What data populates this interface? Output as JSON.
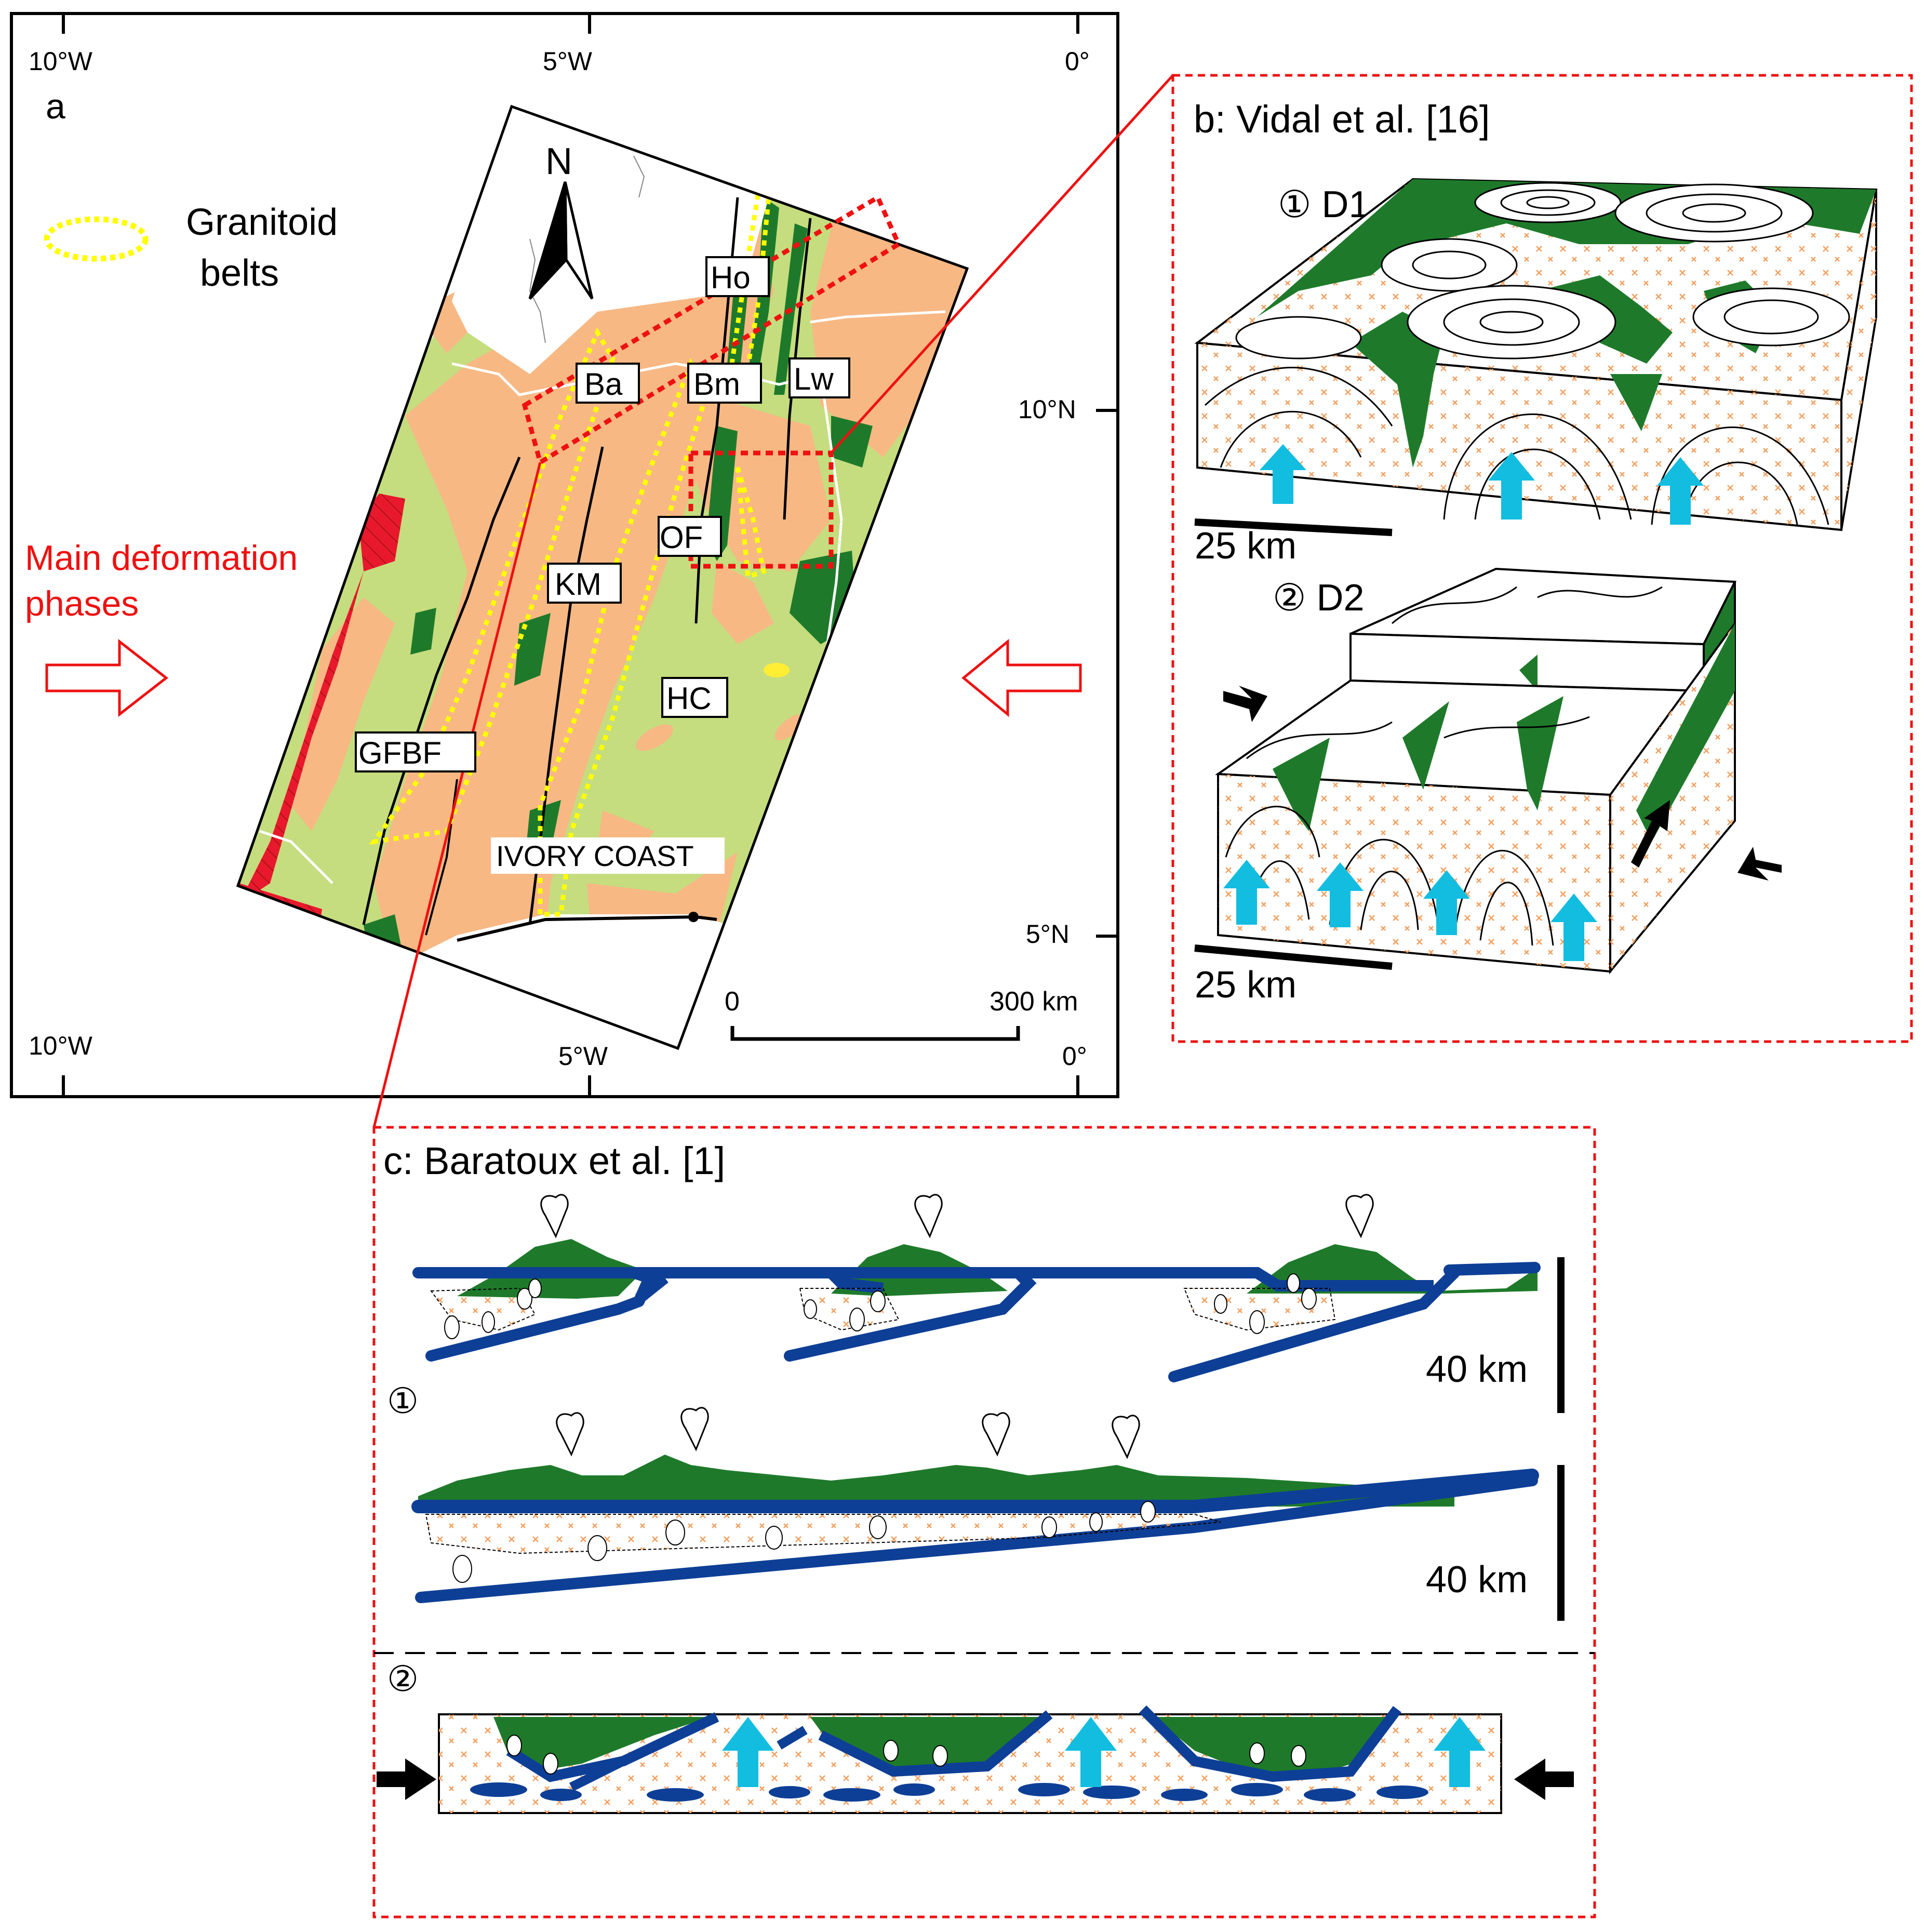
{
  "panel_a": {
    "label": "a",
    "lon_top": [
      "10°W",
      "5°W",
      "0°"
    ],
    "lon_bottom": [
      "10°W",
      "5°W",
      "0°"
    ],
    "lat": [
      "10°N",
      "5°N"
    ],
    "north": "N",
    "legend_line1": "Granitoid",
    "legend_line2": "belts",
    "phases_line1": "Main deformation",
    "phases_line2": "phases",
    "faults": [
      "Ho",
      "Ba",
      "Bm",
      "Lw",
      "OF",
      "KM",
      "HC",
      "GFBF"
    ],
    "country": "IVORY COAST",
    "scale_start": "0",
    "scale_end": "300 km"
  },
  "panel_b": {
    "title": "b: Vidal et al. [16]",
    "d1": "① D1",
    "d2": "② D2",
    "scale1": "25 km",
    "scale2": "25 km"
  },
  "panel_c": {
    "title": "c: Baratoux et al. [1]",
    "step1": "①",
    "step2": "②",
    "scale1": "40 km",
    "scale2": "40 km"
  },
  "colors": {
    "greenstone": "#1e7a2a",
    "light_green": "#c5dd7e",
    "granitoid": "#f7b884",
    "red_terrane": "#e8192c",
    "belt_outline": "#ffff00",
    "slab": "#0e3f96",
    "uplift_arrow": "#12bde0",
    "inset_border": "#ee1111"
  }
}
